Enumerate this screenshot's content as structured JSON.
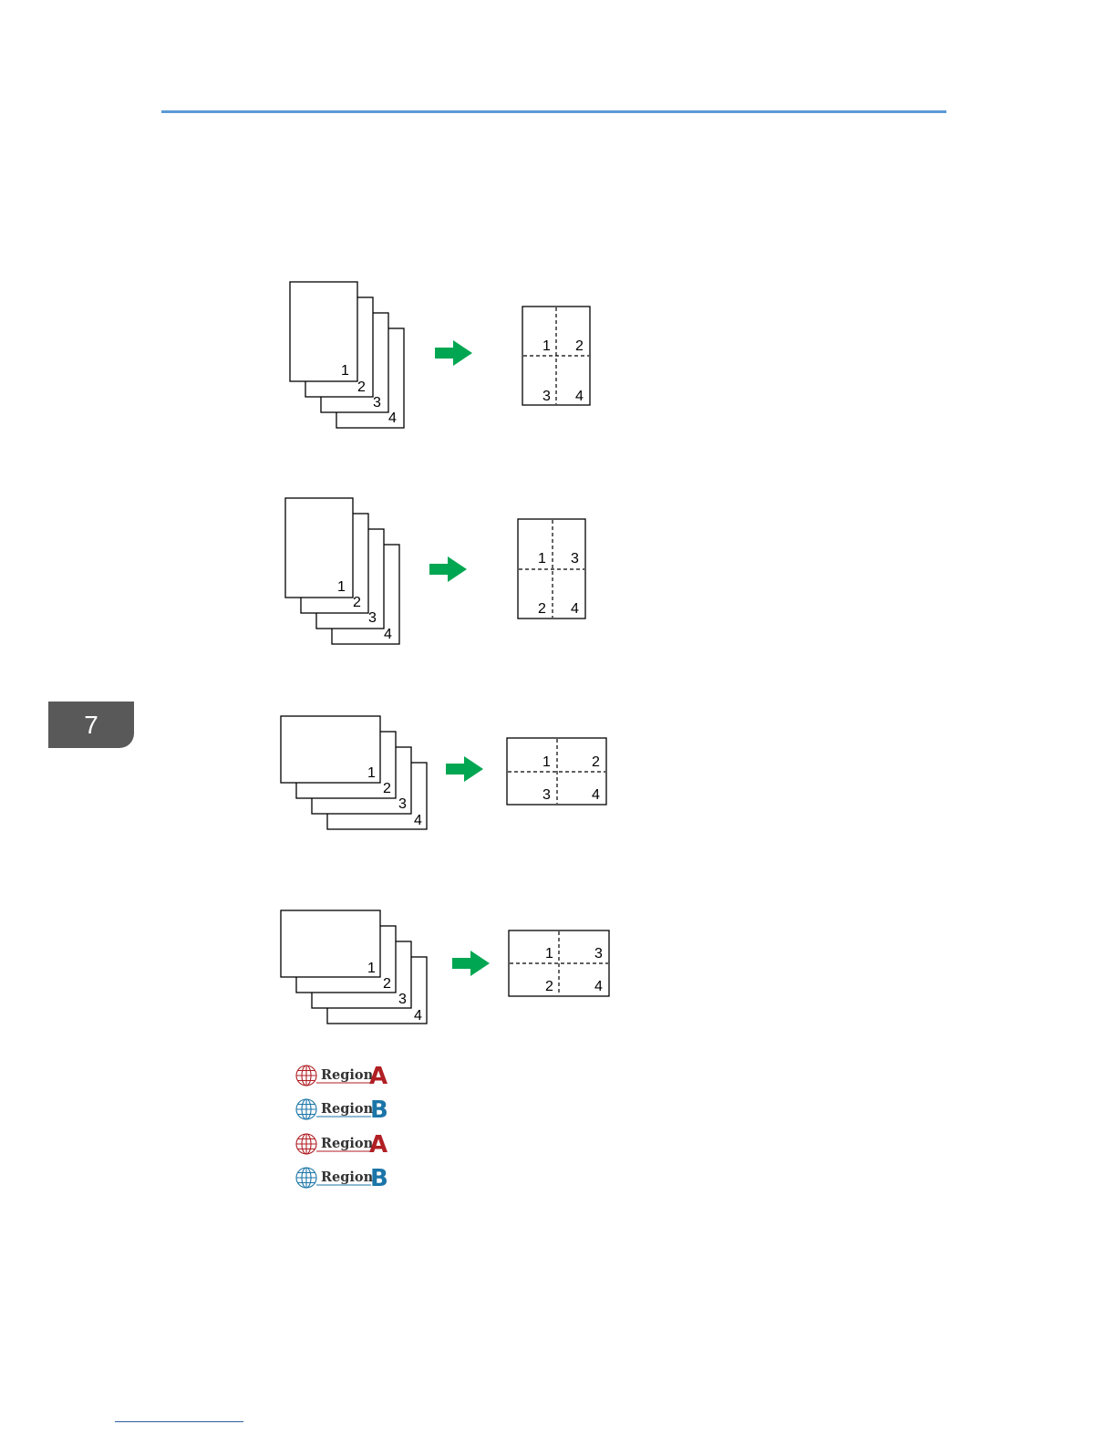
{
  "chapter_tab": {
    "number": "7"
  },
  "colors": {
    "header_rule": "#5b9bd5",
    "chapter_tab": "#595959",
    "arrow": "#00a651",
    "region_a": "#b01f24",
    "region_b": "#1b75a8"
  },
  "figures": [
    {
      "orientation": "portrait",
      "stack_labels": [
        "1",
        "2",
        "3",
        "4"
      ],
      "result_grid": [
        [
          "1",
          "2"
        ],
        [
          "3",
          "4"
        ]
      ],
      "arrow_icon": "right-arrow-icon"
    },
    {
      "orientation": "portrait",
      "stack_labels": [
        "1",
        "2",
        "3",
        "4"
      ],
      "result_grid": [
        [
          "1",
          "3"
        ],
        [
          "2",
          "4"
        ]
      ],
      "arrow_icon": "right-arrow-icon"
    },
    {
      "orientation": "landscape",
      "stack_labels": [
        "1",
        "2",
        "3",
        "4"
      ],
      "result_grid": [
        [
          "1",
          "2"
        ],
        [
          "3",
          "4"
        ]
      ],
      "arrow_icon": "right-arrow-icon"
    },
    {
      "orientation": "landscape",
      "stack_labels": [
        "1",
        "2",
        "3",
        "4"
      ],
      "result_grid": [
        [
          "1",
          "3"
        ],
        [
          "2",
          "4"
        ]
      ],
      "arrow_icon": "right-arrow-icon"
    }
  ],
  "region_labels": [
    {
      "word": "Region",
      "letter": "A",
      "icon": "globe-icon",
      "color": "#b01f24"
    },
    {
      "word": "Region",
      "letter": "B",
      "icon": "globe-icon",
      "color": "#1b75a8"
    },
    {
      "word": "Region",
      "letter": "A",
      "icon": "globe-icon",
      "color": "#b01f24"
    },
    {
      "word": "Region",
      "letter": "B",
      "icon": "globe-icon",
      "color": "#1b75a8"
    }
  ]
}
